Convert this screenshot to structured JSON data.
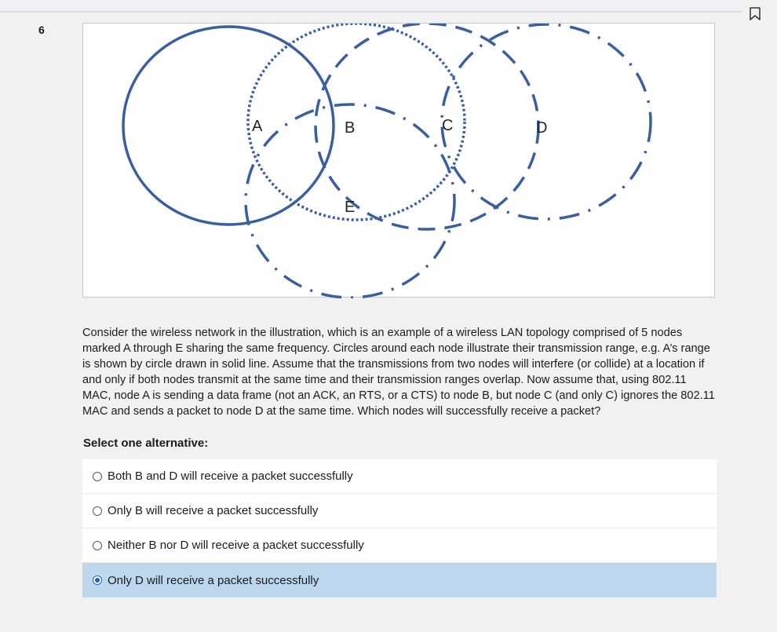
{
  "question": {
    "number": "6",
    "text": "Consider the wireless network in the illustration, which is an example of a wireless LAN topology comprised of 5 nodes marked A through E sharing the same frequency. Circles around each node illustrate their transmission range, e.g. A’s range is shown by circle drawn in solid line. Assume that the transmissions from two nodes will interfere (or collide) at a location if and only if both nodes transmit at the same time and their transmission ranges overlap. Now assume that, using 802.11 MAC, node A is sending a data frame (not an ACK, an RTS, or a CTS) to node B, but node C (and only C) ignores the 802.11 MAC and sends a packet to node D at the same time. Which nodes will successfully receive a packet?",
    "instruction": "Select one alternative:"
  },
  "figure": {
    "nodes": [
      "A",
      "B",
      "C",
      "D",
      "E"
    ],
    "circle_color": "#3a5fa0",
    "ranges": {
      "A": "solid",
      "B": "dashed",
      "C": "dotted",
      "D": "dash-dot",
      "E": "dash-dot"
    }
  },
  "options": [
    {
      "label": "Both B and D will receive a packet successfully",
      "selected": false
    },
    {
      "label": "Only B will receive a packet successfully",
      "selected": false
    },
    {
      "label": "Neither B nor D will receive a packet successfully",
      "selected": false
    },
    {
      "label": "Only D will receive a packet successfully",
      "selected": true
    }
  ],
  "colors": {
    "selected_background": "#bdd7ef",
    "radio_accent": "#1a62c9"
  },
  "icons": {
    "flag": "flag-icon"
  }
}
